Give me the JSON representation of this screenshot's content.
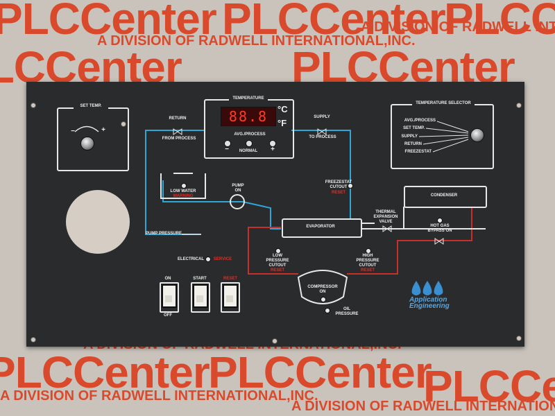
{
  "watermark": {
    "brand": "PLCCenter",
    "tagline": "A DIVISION OF RADWELL INTERNATIONAL,INC."
  },
  "panel": {
    "set_temp": "SET TEMP.",
    "set_temp_minus": "−",
    "set_temp_plus": "+",
    "temperature_title": "TEMPERATURE",
    "display_value": "88.8",
    "unit_c": "°C",
    "unit_f": "°F",
    "avg_process": "AVG./PROCESS",
    "normal": "NORMAL",
    "minus": "−",
    "plus": "+",
    "return": "RETURN",
    "from_process": "FROM PROCESS",
    "supply": "SUPPLY",
    "to_process": "TO PROCESS",
    "temp_selector_title": "TEMPERATURE SELECTOR",
    "selector_options": [
      "AVG./PROCESS",
      "SET TEMP.",
      "SUPPLY",
      "RETURN",
      "FREEZESTAT"
    ],
    "low_water": "LOW WATER",
    "low_water_sub": "WARNING",
    "pump_on": "PUMP ON",
    "freezestat_cutout": "FREEZESTAT CUTOUT",
    "freezestat_reset": "RESET",
    "condenser": "CONDENSER",
    "pump_pressure": "PUMP PRESSURE",
    "evaporator": "EVAPORATOR",
    "thermal_expansion_valve": "THERMAL EXPANSION VALVE",
    "hot_gas_bypass": "HOT GAS BYPASS ON",
    "electrical": "ELECTRICAL",
    "service": "SERVICE",
    "low_pressure_cutout": "LOW PRESSURE CUTOUT",
    "low_pressure_reset": "RESET",
    "high_pressure_cutout": "HIGH PRESSURE CUTOUT",
    "high_pressure_reset": "RESET",
    "compressor_on": "COMPRESSOR ON",
    "oil_pressure": "OIL PRESSURE",
    "on": "ON",
    "off": "OFF",
    "start": "START",
    "reset": "RESET",
    "logo_line1": "Application",
    "logo_line2": "Engineering"
  },
  "colors": {
    "brand_orange": "#d94a2c",
    "panel": "#2a2b2d",
    "line_blue": "#2fa6d8",
    "line_red": "#c8302a"
  }
}
